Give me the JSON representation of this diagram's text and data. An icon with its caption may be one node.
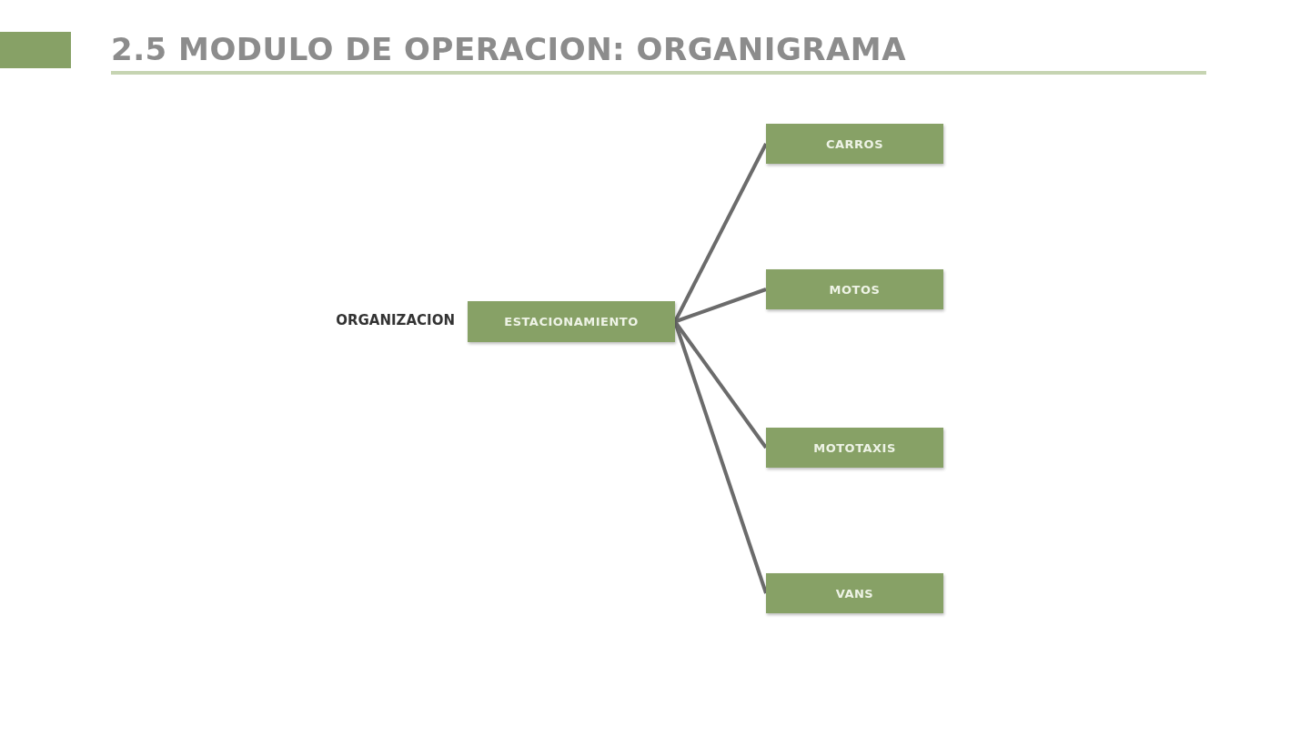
{
  "diagram": {
    "title": "2.5  MODULO DE OPERACION: ORGANIGRAMA",
    "nodes": [
      {
        "text": [
          "ESTACIONAMIENTO"
        ]
      },
      {
        "text": [
          "CARROS"
        ]
      },
      {
        "text": [
          "MOTOS"
        ]
      },
      {
        "text": [
          "MOTOTAXIS"
        ]
      },
      {
        "text": [
          "VANS"
        ]
      }
    ],
    "edges": [
      {
        "from": 0,
        "to": 1,
        "arrow": "none"
      },
      {
        "from": 0,
        "to": 2,
        "arrow": "none"
      },
      {
        "from": 0,
        "to": 3,
        "arrow": "none"
      },
      {
        "from": 0,
        "to": 4,
        "arrow": "none"
      }
    ],
    "labels": [
      "ORGANIZACION"
    ]
  }
}
